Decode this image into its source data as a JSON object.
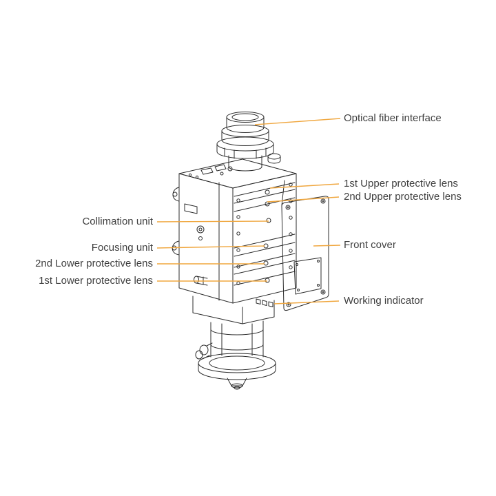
{
  "diagram": {
    "subject": "laser cutting head exploded technical illustration",
    "accent_color": "#F0A73F",
    "line_color": "#2b2b2b",
    "text_color": "#3f3f3f",
    "labels": [
      {
        "id": "optical-fiber-interface",
        "text": "Optical fiber interface",
        "side": "right"
      },
      {
        "id": "upper-protective-lens-1",
        "text": "1st Upper protective lens",
        "side": "right"
      },
      {
        "id": "upper-protective-lens-2",
        "text": "2nd Upper protective lens",
        "side": "right"
      },
      {
        "id": "collimation-unit",
        "text": "Collimation unit",
        "side": "left"
      },
      {
        "id": "focusing-unit",
        "text": "Focusing unit",
        "side": "left"
      },
      {
        "id": "lower-protective-lens-2",
        "text": "2nd Lower protective lens",
        "side": "left"
      },
      {
        "id": "lower-protective-lens-1",
        "text": "1st Lower protective lens",
        "side": "left"
      },
      {
        "id": "front-cover",
        "text": "Front cover",
        "side": "right"
      },
      {
        "id": "working-indicator",
        "text": "Working indicator",
        "side": "right"
      }
    ]
  }
}
